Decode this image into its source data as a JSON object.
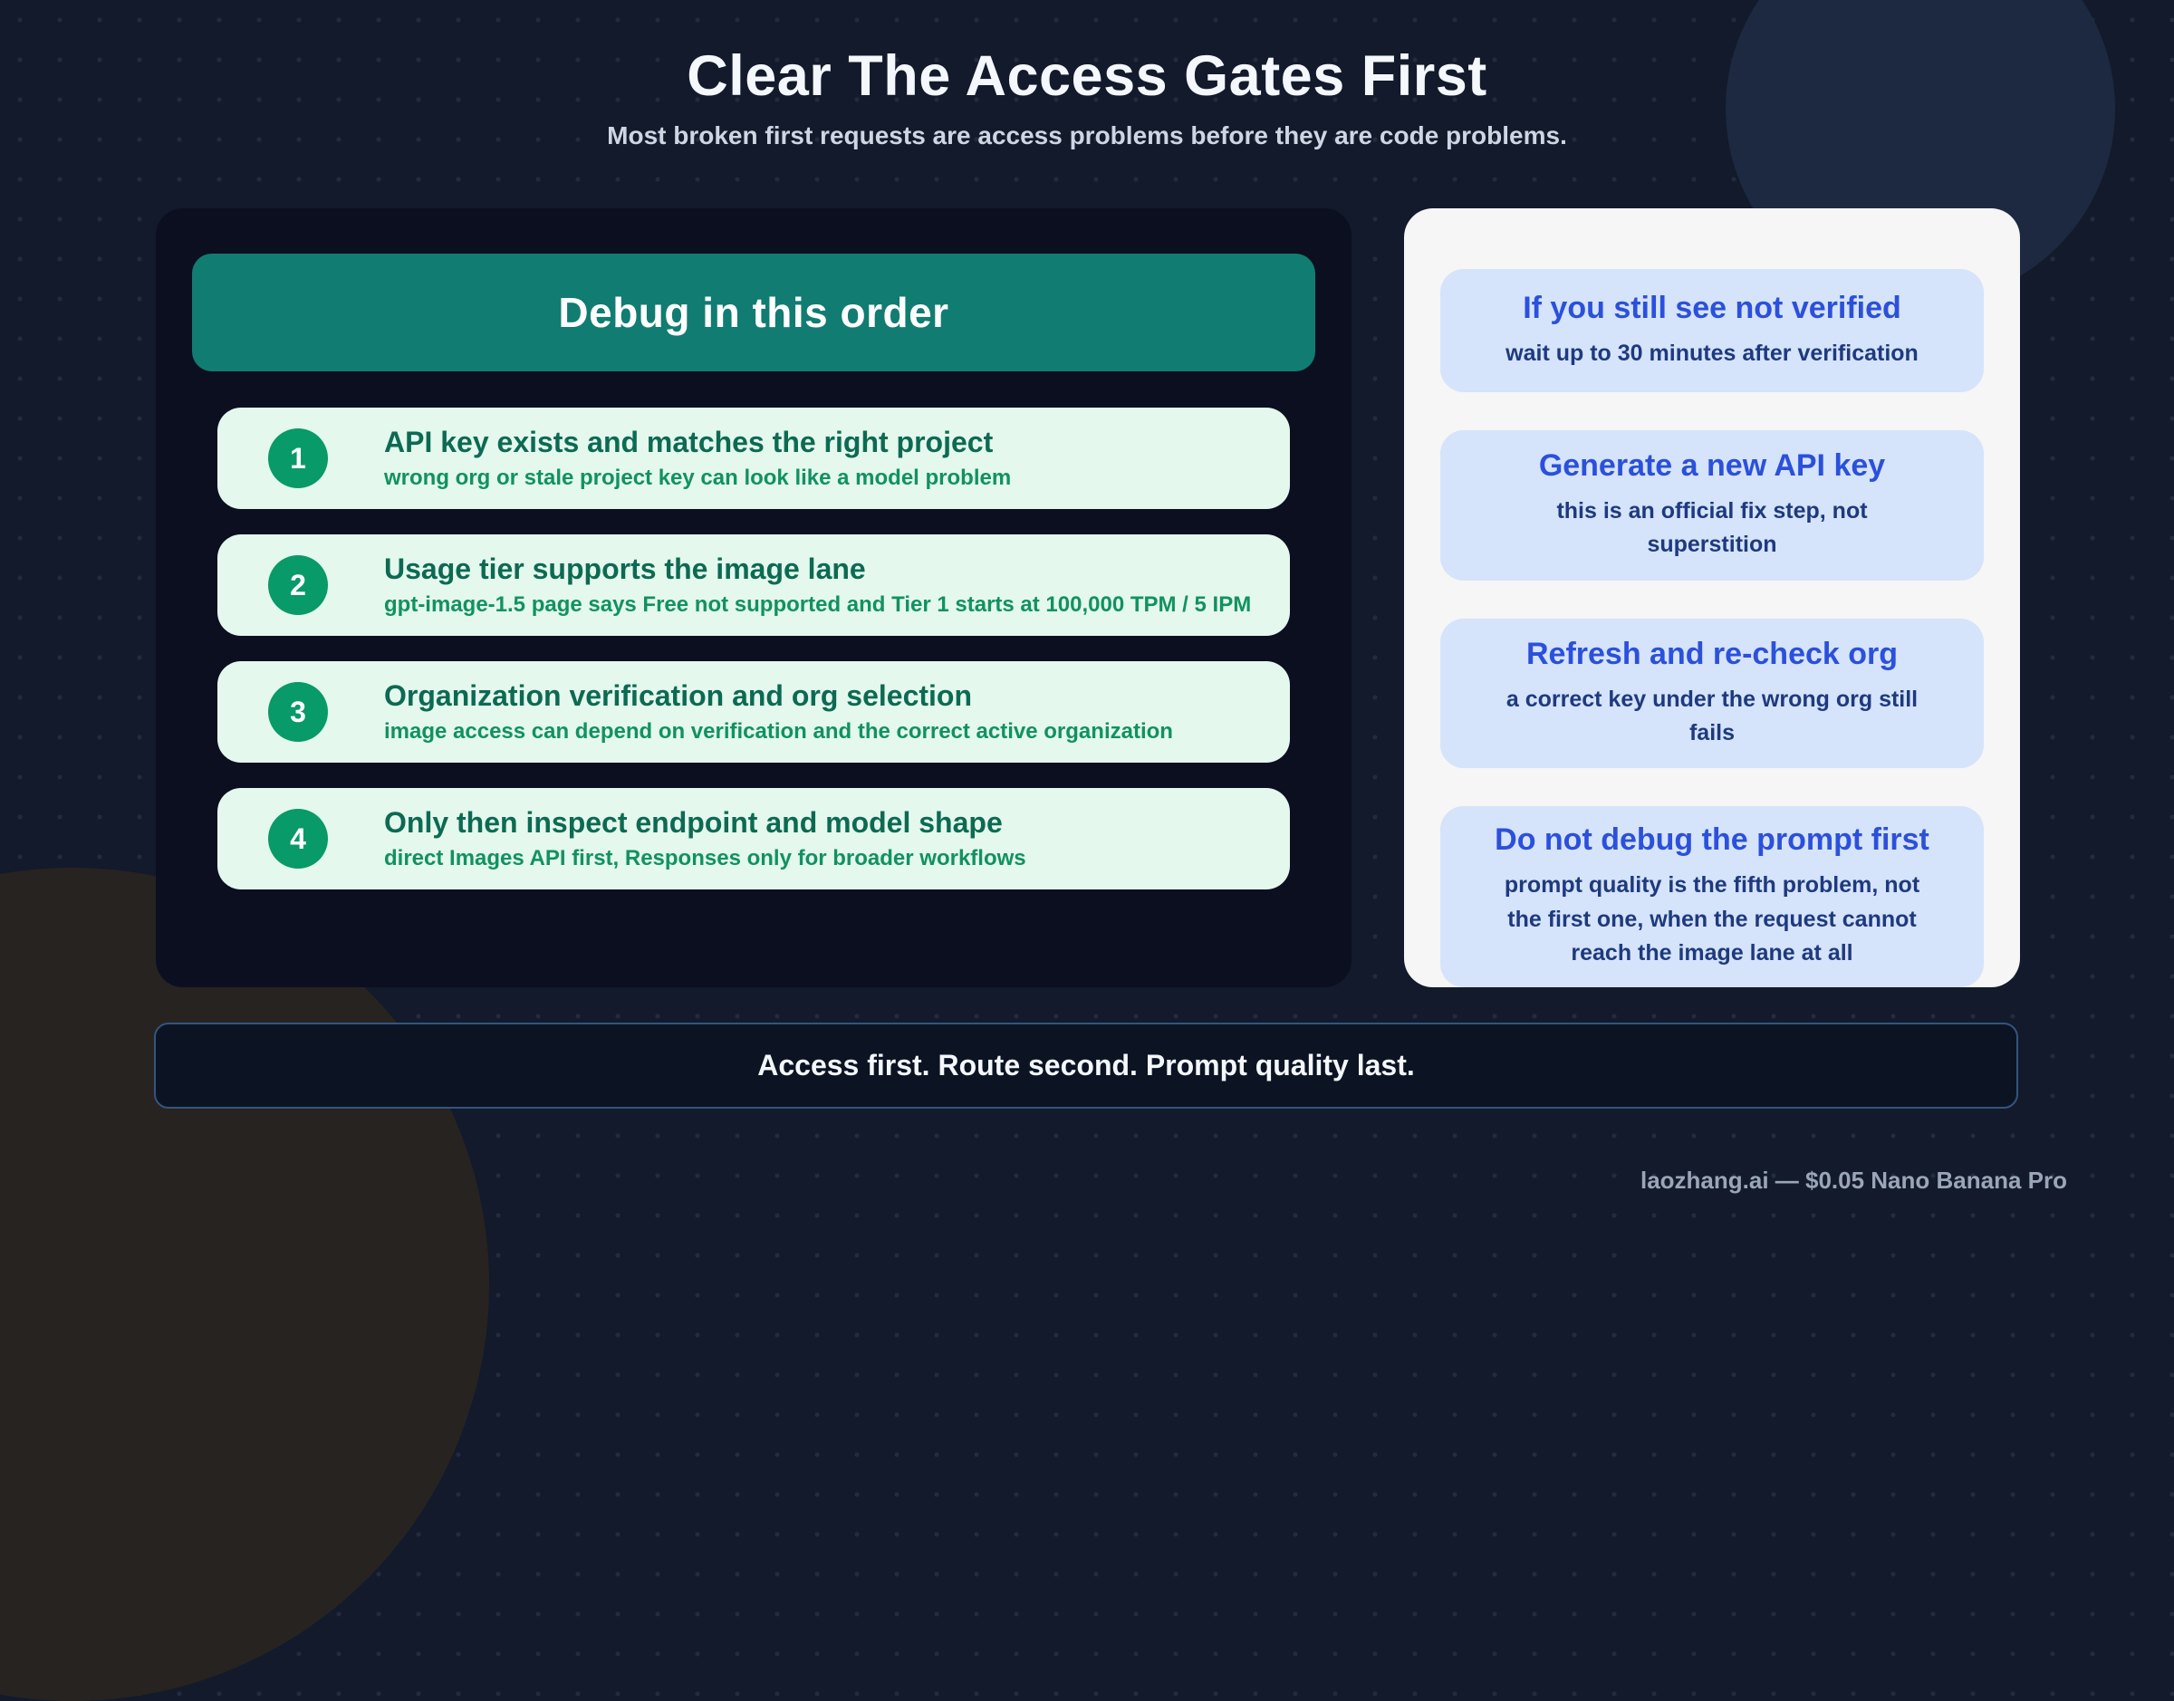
{
  "page": {
    "title": "Clear The Access Gates First",
    "subtitle": "Most broken first requests are access problems before they are code problems.",
    "banner": "Access first. Route second. Prompt quality last.",
    "footer": "laozhang.ai — $0.05 Nano Banana Pro"
  },
  "debug_panel": {
    "header": "Debug in this order",
    "steps": [
      {
        "number": "1",
        "title": "API key exists and matches the right project",
        "subtitle": "wrong org or stale project key can look like a model problem"
      },
      {
        "number": "2",
        "title": "Usage tier supports the image lane",
        "subtitle": "gpt-image-1.5 page says Free not supported and Tier 1 starts at 100,000 TPM / 5 IPM"
      },
      {
        "number": "3",
        "title": "Organization verification and org selection",
        "subtitle": "image access can depend on verification and the correct active organization"
      },
      {
        "number": "4",
        "title": "Only then inspect endpoint and model shape",
        "subtitle": "direct Images API first, Responses only for broader workflows"
      }
    ]
  },
  "tips_panel": {
    "cards": [
      {
        "title": "If you still see not verified",
        "subtitle": "wait up to 30 minutes after verification"
      },
      {
        "title": "Generate a new API key",
        "subtitle": "this is an official fix step, not superstition"
      },
      {
        "title": "Refresh and re-check org",
        "subtitle": "a correct key under the wrong org still fails"
      },
      {
        "title": "Do not debug the prompt first",
        "subtitle": "prompt quality is the fifth problem, not the first one, when the request cannot reach the image lane at all"
      }
    ]
  },
  "colors": {
    "page_background": "#121a2b",
    "panel_dark": "#0c0f20",
    "teal_header": "#117c72",
    "step_card_background": "#e4f8ee",
    "step_badge_green": "#089a68",
    "step_title_green": "#0d6a52",
    "step_subtitle_green": "#11925f",
    "tips_panel_background": "#f5f6f5",
    "tip_card_background": "#d5e3fb",
    "tip_title_blue": "#2b50db",
    "tip_subtitle_blue": "#1e3a7e",
    "banner_border": "#35547f",
    "circle_top_right": "#1d2940",
    "circle_bottom_left": "#272320"
  }
}
